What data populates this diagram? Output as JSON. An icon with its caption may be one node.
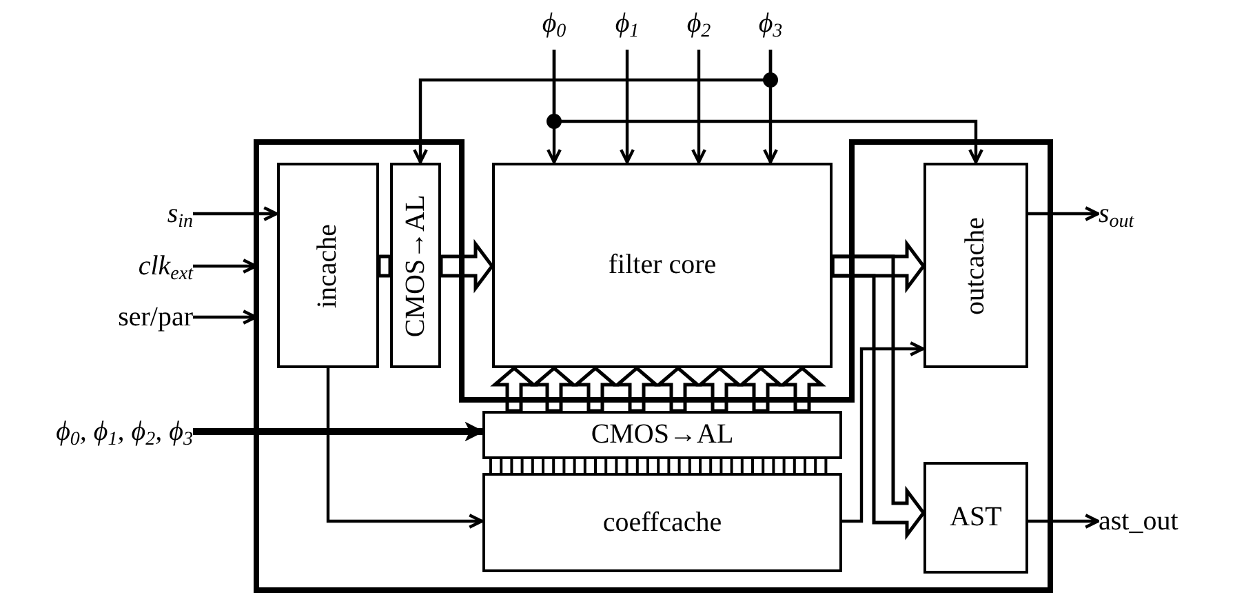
{
  "diagram": {
    "nodes": [
      {
        "text": [],
        "shape": "box"
      },
      {
        "text": [
          "incache"
        ],
        "in": 0
      },
      {
        "text": [
          "CMOS→AL"
        ],
        "in": 0
      },
      {
        "text": [
          "filter core"
        ]
      },
      {
        "text": [
          "outcache"
        ],
        "in": 0
      },
      {
        "text": [
          "CMOS→AL"
        ],
        "in": 0
      },
      {
        "text": [
          "coeffcache"
        ],
        "in": 0
      },
      {
        "text": [
          "AST"
        ],
        "in": 0
      },
      {
        "text": [
          "s$_{in}$"
        ]
      },
      {
        "text": [
          "clk$_{ext}$"
        ]
      },
      {
        "text": [
          "ser/par"
        ]
      },
      {
        "text": [
          "ϕ$_{0}$, ϕ$_{1}$, ϕ$_{2}$, ϕ$_{3}$"
        ]
      },
      {
        "text": [
          "ϕ$_{0}$"
        ]
      },
      {
        "text": [
          "ϕ$_{1}$"
        ]
      },
      {
        "text": [
          "ϕ$_{2}$"
        ]
      },
      {
        "text": [
          "ϕ$_{3}$"
        ]
      },
      {
        "text": [
          "s$_{out}$"
        ]
      },
      {
        "text": [
          "ast_out"
        ]
      }
    ],
    "edges": [
      {
        "from": 8,
        "to": 1,
        "arrow": "to"
      },
      {
        "from": 9,
        "to": 0,
        "arrow": "to"
      },
      {
        "from": 10,
        "to": 0,
        "arrow": "to"
      },
      {
        "from": 11,
        "to": 5,
        "arrow": "to",
        "style": "thick"
      },
      {
        "from": 12,
        "to": 3,
        "arrow": "to"
      },
      {
        "from": 13,
        "to": 3,
        "arrow": "to"
      },
      {
        "from": 14,
        "to": 3,
        "arrow": "to"
      },
      {
        "from": 15,
        "to": 3,
        "arrow": "to"
      },
      {
        "from": 15,
        "to": 2,
        "arrow": "to"
      },
      {
        "from": 12,
        "to": 4,
        "arrow": "to"
      },
      {
        "from": 1,
        "to": 2,
        "arrow": "none",
        "style": "thick"
      },
      {
        "from": 2,
        "to": 3,
        "arrow": "to",
        "style": "thick"
      },
      {
        "from": 5,
        "to": 3,
        "arrow": "to",
        "style": "thick"
      },
      {
        "from": 5,
        "to": 3,
        "arrow": "to",
        "style": "thick"
      },
      {
        "from": 5,
        "to": 3,
        "arrow": "to",
        "style": "thick"
      },
      {
        "from": 5,
        "to": 3,
        "arrow": "to",
        "style": "thick"
      },
      {
        "from": 5,
        "to": 3,
        "arrow": "to",
        "style": "thick"
      },
      {
        "from": 5,
        "to": 3,
        "arrow": "to",
        "style": "thick"
      },
      {
        "from": 5,
        "to": 3,
        "arrow": "to",
        "style": "thick"
      },
      {
        "from": 5,
        "to": 3,
        "arrow": "to",
        "style": "thick"
      },
      {
        "from": 6,
        "to": 5,
        "arrow": "none"
      },
      {
        "from": 1,
        "to": 6,
        "arrow": "to"
      },
      {
        "from": 3,
        "to": 4,
        "arrow": "to",
        "style": "thick"
      },
      {
        "from": 3,
        "to": 7,
        "arrow": "to",
        "style": "thick"
      },
      {
        "from": 6,
        "to": 4,
        "arrow": "to"
      },
      {
        "from": 4,
        "to": 16,
        "arrow": "to"
      },
      {
        "from": 7,
        "to": 17,
        "arrow": "to"
      }
    ]
  }
}
